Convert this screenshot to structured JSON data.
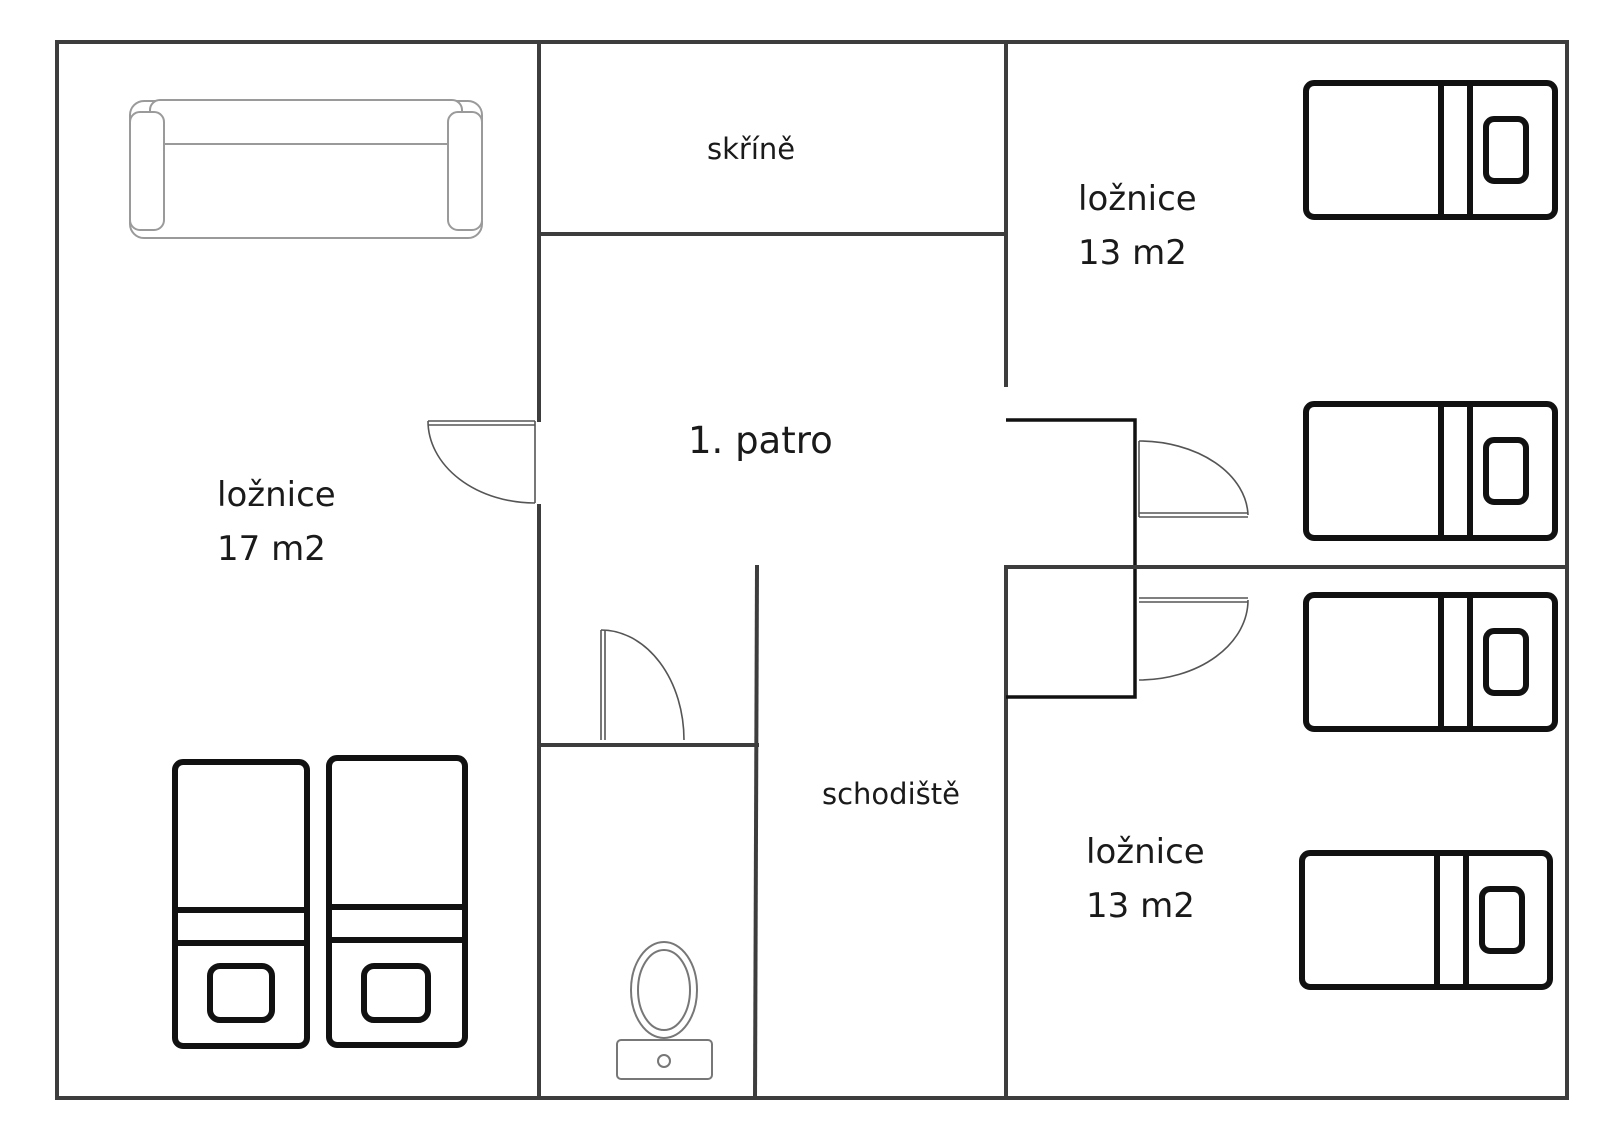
{
  "rooms": {
    "left_bedroom": {
      "name": "ložnice",
      "area": "17 m2"
    },
    "right_top_bedroom": {
      "name": "ložnice",
      "area": "13 m2"
    },
    "right_bottom_bedroom": {
      "name": "ložnice",
      "area": "13 m2"
    },
    "wardrobes": {
      "name": "skříně"
    },
    "staircase": {
      "name": "schodiště"
    },
    "hall": {
      "name": "1. patro"
    }
  }
}
